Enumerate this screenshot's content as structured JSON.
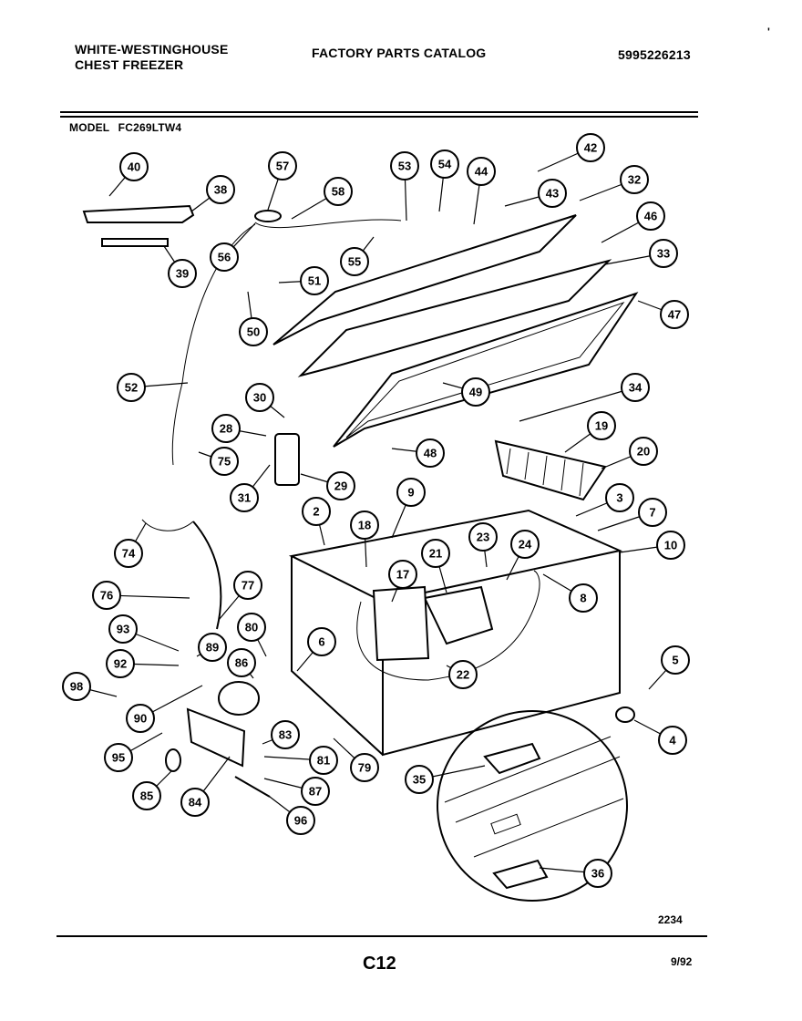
{
  "header": {
    "brand_line1": "WHITE-WESTINGHOUSE",
    "brand_line2": "CHEST FREEZER",
    "catalog_title": "FACTORY PARTS CATALOG",
    "catalog_number": "5995226213",
    "model_label": "MODEL",
    "model_number": "FC269LTW4"
  },
  "callouts": [
    "40",
    "38",
    "39",
    "57",
    "58",
    "56",
    "55",
    "53",
    "54",
    "44",
    "42",
    "43",
    "32",
    "46",
    "33",
    "47",
    "51",
    "50",
    "52",
    "30",
    "28",
    "75",
    "31",
    "29",
    "49",
    "48",
    "34",
    "19",
    "20",
    "3",
    "7",
    "10",
    "2",
    "9",
    "18",
    "23",
    "24",
    "21",
    "17",
    "8",
    "22",
    "74",
    "76",
    "77",
    "80",
    "93",
    "92",
    "89",
    "86",
    "6",
    "98",
    "90",
    "5",
    "4",
    "95",
    "83",
    "81",
    "79",
    "87",
    "85",
    "84",
    "96",
    "35",
    "36"
  ],
  "footer": {
    "figure_number": "2234",
    "page_code": "C12",
    "date_code": "9/92"
  },
  "corner_mark": "'"
}
